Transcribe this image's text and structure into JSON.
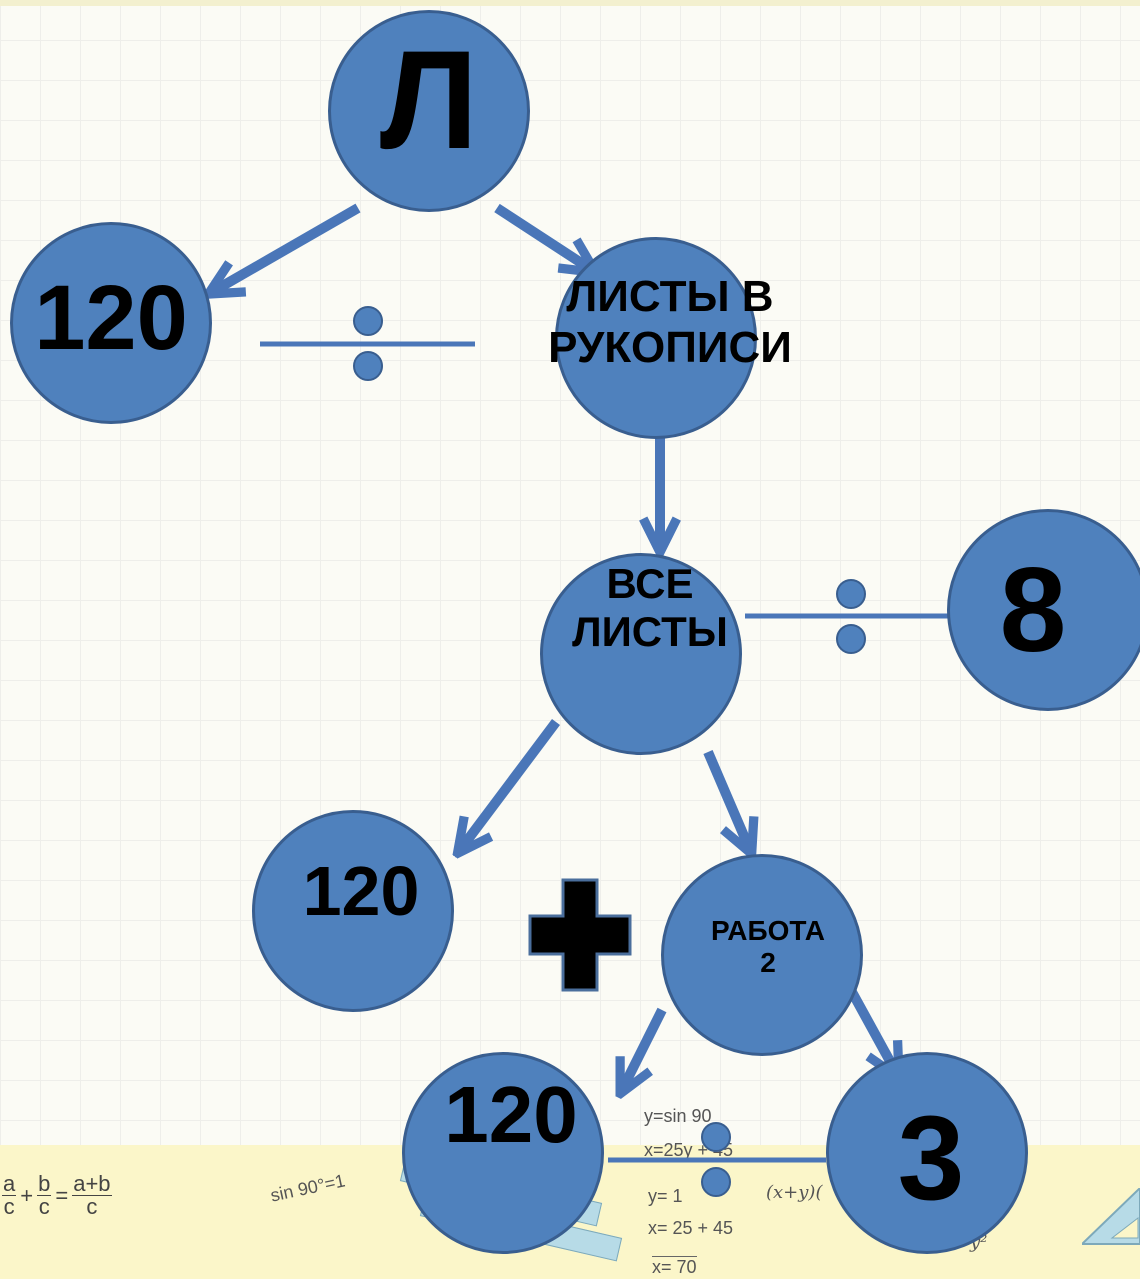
{
  "nodes": {
    "root": "Л",
    "left_120": "120",
    "pages_in_manuscript": "ЛИСТЫ В\nРУКОПИСИ",
    "all_pages": "ВСЕ\nЛИСТЫ",
    "eight": "8",
    "mid_120": "120",
    "work_2": "РАБОТА\n2",
    "bottom_120": "120",
    "three": "3"
  },
  "background_formulas": {
    "fraction_a": "a",
    "fraction_b": "b",
    "fraction_ab": "a+b",
    "denominator": "c",
    "sine": "sin 90°=1",
    "system1_line1": "y=sin 90",
    "system1_line2": "x=25y + 45",
    "system2_line1": "y= 1",
    "system2_line2": "x= 25 + 45",
    "result": "x= 70",
    "binomial": "(x+y)(",
    "y_squared": "y²"
  },
  "colors": {
    "node_fill": "#4f81bd",
    "node_border": "#395e8f",
    "arrow": "#4a76b8",
    "plus": "#000000",
    "band": "#fbf6c9"
  }
}
